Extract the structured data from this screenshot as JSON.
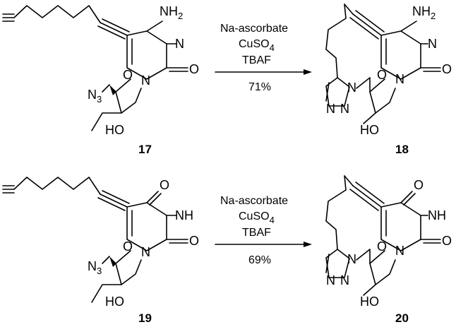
{
  "reactions": [
    {
      "reagents": [
        "Na-ascorbate",
        "CuSO4",
        "TBAF"
      ],
      "yield": "71%",
      "start": {
        "number": "17",
        "base_labels": {
          "amine": "NH2",
          "n3": "N",
          "n1": "N",
          "carbonyl": "O"
        },
        "sugar_labels": {
          "azide": "N3",
          "ring_o": "O",
          "hydroxyl": "HO"
        }
      },
      "product": {
        "number": "18",
        "base_labels": {
          "amine": "NH2",
          "n3": "N",
          "n1": "N",
          "carbonyl": "O"
        },
        "sugar_labels": {
          "ring_o": "O",
          "hydroxyl": "HO"
        },
        "triazole_labels": {
          "n1": "N",
          "n2": "N",
          "n3": "N"
        }
      }
    },
    {
      "reagents": [
        "Na-ascorbate",
        "CuSO4",
        "TBAF"
      ],
      "yield": "69%",
      "start": {
        "number": "19",
        "base_labels": {
          "c4_oxo": "O",
          "n3h": "NH",
          "n1": "N",
          "carbonyl": "O"
        },
        "sugar_labels": {
          "azide": "N3",
          "ring_o": "O",
          "hydroxyl": "HO"
        }
      },
      "product": {
        "number": "20",
        "base_labels": {
          "c4_oxo": "O",
          "n3h": "NH",
          "n1": "N",
          "carbonyl": "O"
        },
        "sugar_labels": {
          "ring_o": "O",
          "hydroxyl": "HO"
        },
        "triazole_labels": {
          "n1": "N",
          "n2": "N",
          "n3": "N"
        }
      }
    }
  ]
}
